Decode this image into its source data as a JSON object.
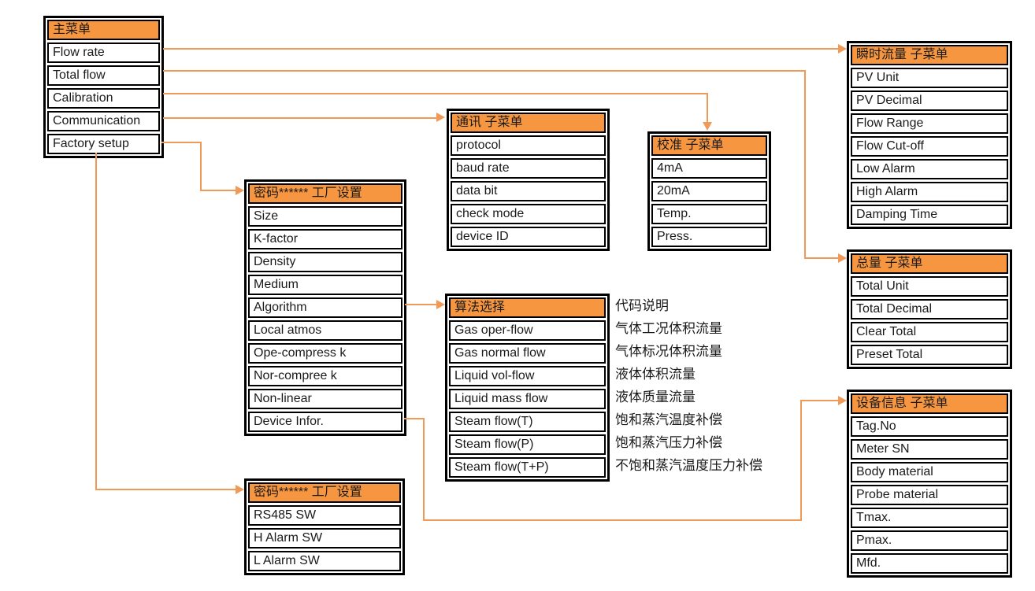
{
  "colors": {
    "header_bg": "#F79640",
    "connector": "#F19A57",
    "box_border": "#000000",
    "text": "#1A1A1A"
  },
  "boxes": {
    "main": {
      "title": "主菜单",
      "items": [
        "Flow rate",
        "Total flow",
        "Calibration",
        "Communication",
        "Factory setup"
      ]
    },
    "instant_flow": {
      "title": "瞬时流量 子菜单",
      "items": [
        "PV Unit",
        "PV Decimal",
        "Flow Range",
        "Flow Cut-off",
        "Low Alarm",
        "High Alarm",
        "Damping Time"
      ]
    },
    "total_flow": {
      "title": "总量 子菜单",
      "items": [
        "Total Unit",
        "Total Decimal",
        "Clear Total",
        "Preset Total"
      ]
    },
    "calibration": {
      "title": "校准 子菜单",
      "items": [
        "4mA",
        "20mA",
        "Temp.",
        "Press."
      ]
    },
    "communication": {
      "title": "通讯 子菜单",
      "items": [
        "protocol",
        "baud rate",
        "data bit",
        "check mode",
        "device ID"
      ]
    },
    "factory_setup": {
      "title": "密码****** 工厂设置",
      "items": [
        "Size",
        "K-factor",
        "Density",
        "Medium",
        "Algorithm",
        "Local atmos",
        "Ope-compress k",
        "Nor-compree k",
        "Non-linear",
        "Device Infor."
      ]
    },
    "factory_setup2": {
      "title": "密码****** 工厂设置",
      "items": [
        "RS485 SW",
        "H Alarm SW",
        "L Alarm SW"
      ]
    },
    "algorithm": {
      "title": "算法选择",
      "items": [
        "Gas oper-flow",
        "Gas normal flow",
        "Liquid vol-flow",
        "Liquid mass flow",
        "Steam flow(T)",
        "Steam flow(P)",
        "Steam flow(T+P)"
      ]
    },
    "algorithm_desc": {
      "title": "代码说明",
      "items": [
        "气体工况体积流量",
        "气体标况体积流量",
        "液体体积流量",
        "液体质量流量",
        "饱和蒸汽温度补偿",
        "饱和蒸汽压力补偿",
        "不饱和蒸汽温度压力补偿"
      ]
    },
    "device_info": {
      "title": "设备信息 子菜单",
      "items": [
        "Tag.No",
        "Meter SN",
        "Body material",
        "Probe material",
        "Tmax.",
        "Pmax.",
        "Mfd."
      ]
    }
  }
}
